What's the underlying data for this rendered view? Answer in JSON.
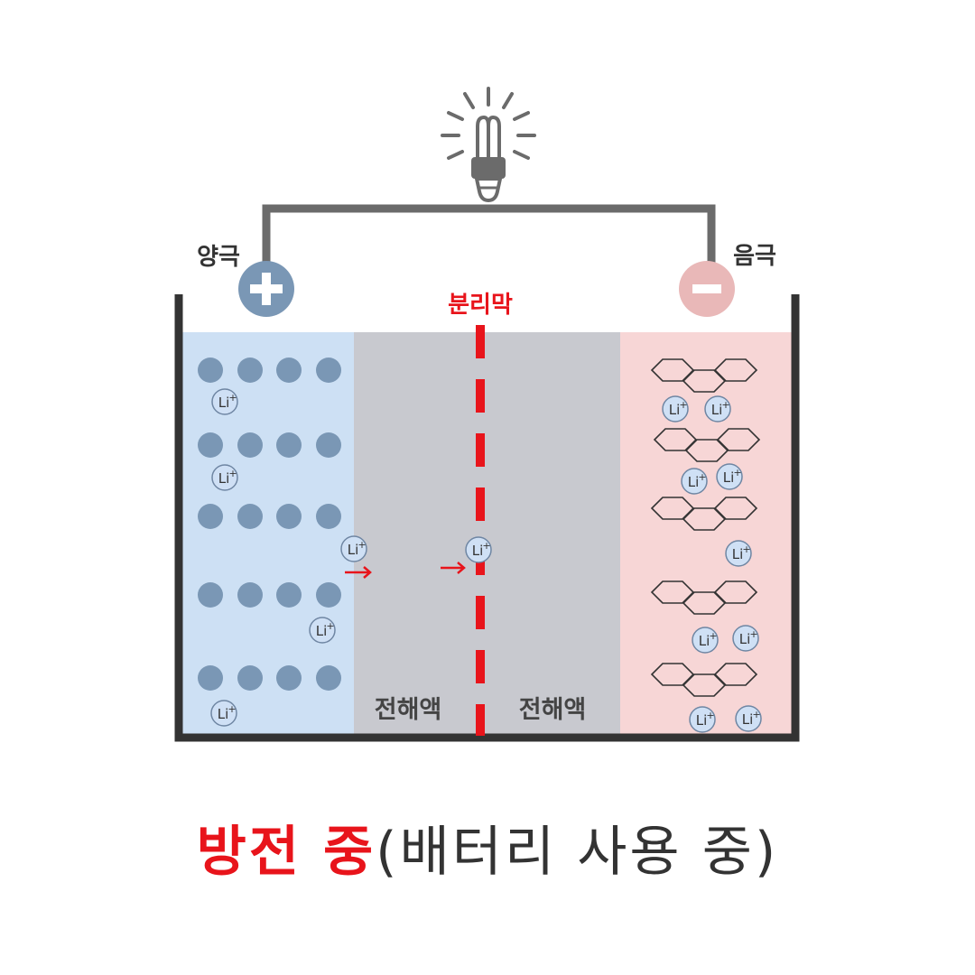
{
  "labels": {
    "cathode": "양극",
    "anode": "음극",
    "separator": "분리막",
    "electrolyte_left": "전해액",
    "electrolyte_right": "전해액"
  },
  "terminals": {
    "cathode_symbol": "+",
    "anode_symbol": "−"
  },
  "ion": {
    "symbol": "Li",
    "charge": "+"
  },
  "caption": {
    "highlight": "방전 중",
    "rest": "(배터리 사용 중)"
  },
  "colors": {
    "cathode_region": "#cde0f4",
    "electrolyte": "#c8c9cf",
    "anode_region": "#f7d6d6",
    "separator": "#e8141b",
    "wire": "#6b6b6b",
    "container": "#333333",
    "cathode_terminal": "#7a97b5",
    "anode_terminal": "#e9b8b8",
    "atom": "#7a97b5",
    "ion_fill": "#cfe0f5",
    "arrow": "#e8141b"
  }
}
